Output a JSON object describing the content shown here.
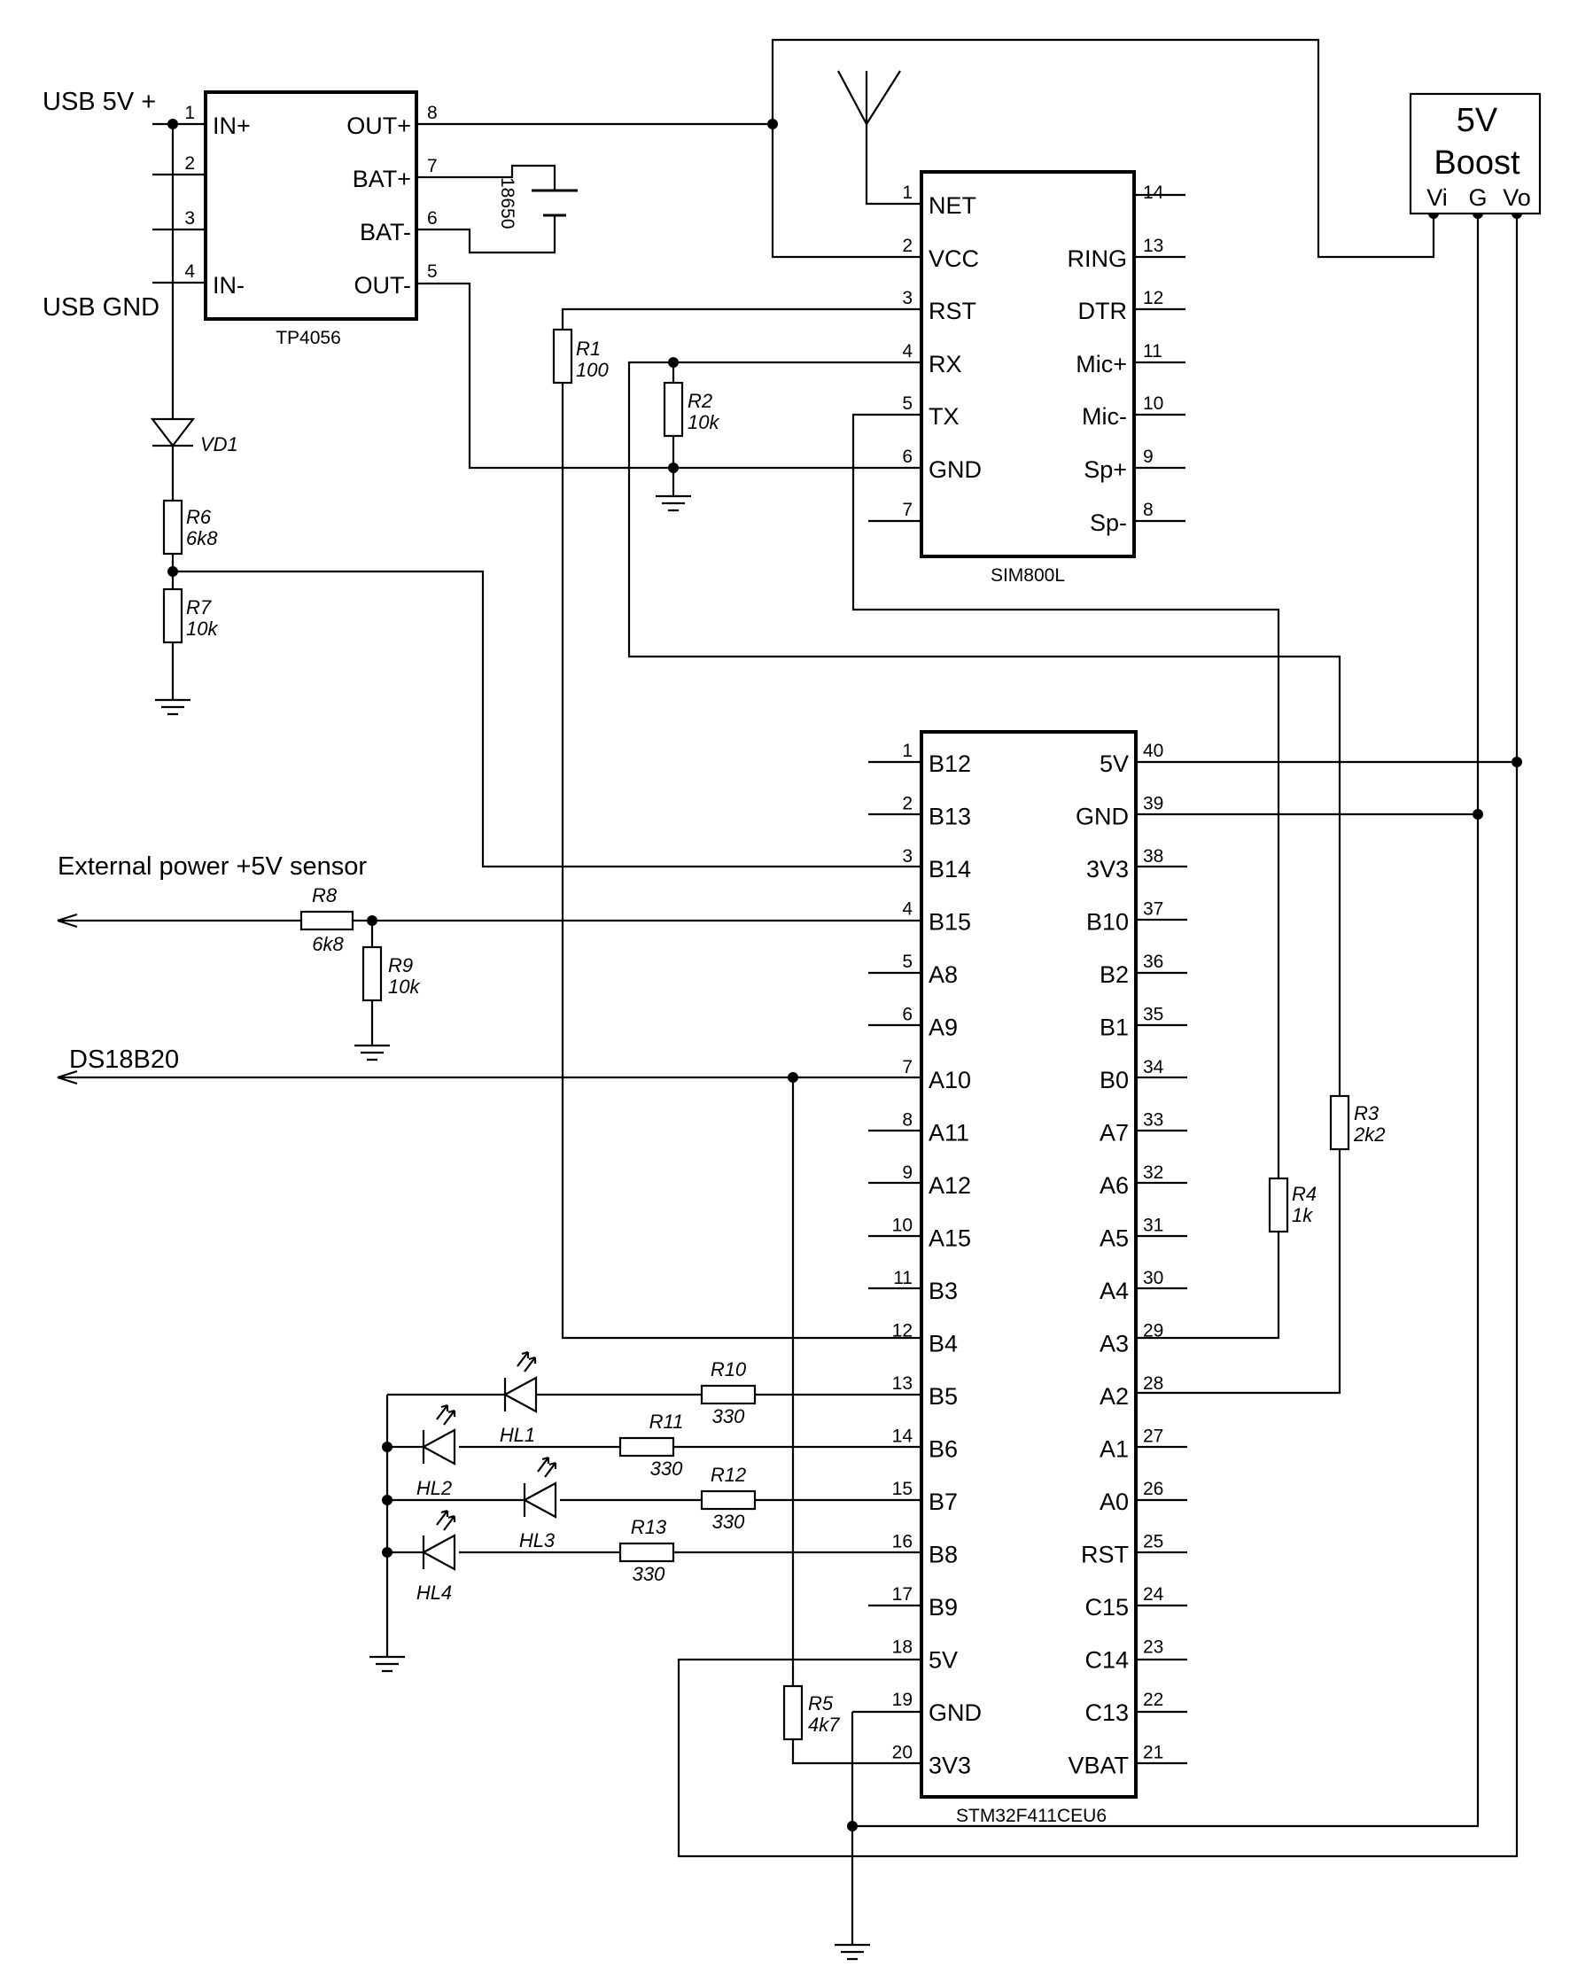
{
  "external_labels": {
    "usb_5v": "USB 5V +",
    "usb_gnd": "USB GND",
    "ext_power": "External power +5V sensor",
    "ds18b20": "DS18B20"
  },
  "tp4056": {
    "name": "TP4056",
    "left_pins": [
      {
        "num": "1",
        "label": "IN+"
      },
      {
        "num": "2",
        "label": ""
      },
      {
        "num": "3",
        "label": ""
      },
      {
        "num": "4",
        "label": "IN-"
      }
    ],
    "right_pins": [
      {
        "num": "8",
        "label": "OUT+"
      },
      {
        "num": "7",
        "label": "BAT+"
      },
      {
        "num": "6",
        "label": "BAT-"
      },
      {
        "num": "5",
        "label": "OUT-"
      }
    ]
  },
  "battery": {
    "label": "18650"
  },
  "sim800l": {
    "name": "SIM800L",
    "left_pins": [
      {
        "num": "1",
        "label": "NET"
      },
      {
        "num": "2",
        "label": "VCC"
      },
      {
        "num": "3",
        "label": "RST"
      },
      {
        "num": "4",
        "label": "RX"
      },
      {
        "num": "5",
        "label": "TX"
      },
      {
        "num": "6",
        "label": "GND"
      },
      {
        "num": "7",
        "label": ""
      }
    ],
    "right_pins": [
      {
        "num": "14",
        "label": ""
      },
      {
        "num": "13",
        "label": "RING"
      },
      {
        "num": "12",
        "label": "DTR"
      },
      {
        "num": "11",
        "label": "Mic+"
      },
      {
        "num": "10",
        "label": "Mic-"
      },
      {
        "num": "9",
        "label": "Sp+"
      },
      {
        "num": "8",
        "label": "Sp-"
      }
    ]
  },
  "boost": {
    "title1": "5V",
    "title2": "Boost",
    "pins": [
      "Vi",
      "G",
      "Vo"
    ]
  },
  "stm32": {
    "name": "STM32F411CEU6",
    "left_pins": [
      {
        "num": "1",
        "label": "B12"
      },
      {
        "num": "2",
        "label": "B13"
      },
      {
        "num": "3",
        "label": "B14"
      },
      {
        "num": "4",
        "label": "B15"
      },
      {
        "num": "5",
        "label": "A8"
      },
      {
        "num": "6",
        "label": "A9"
      },
      {
        "num": "7",
        "label": "A10"
      },
      {
        "num": "8",
        "label": "A11"
      },
      {
        "num": "9",
        "label": "A12"
      },
      {
        "num": "10",
        "label": "A15"
      },
      {
        "num": "11",
        "label": "B3"
      },
      {
        "num": "12",
        "label": "B4"
      },
      {
        "num": "13",
        "label": "B5"
      },
      {
        "num": "14",
        "label": "B6"
      },
      {
        "num": "15",
        "label": "B7"
      },
      {
        "num": "16",
        "label": "B8"
      },
      {
        "num": "17",
        "label": "B9"
      },
      {
        "num": "18",
        "label": "5V"
      },
      {
        "num": "19",
        "label": "GND"
      },
      {
        "num": "20",
        "label": "3V3"
      }
    ],
    "right_pins": [
      {
        "num": "40",
        "label": "5V"
      },
      {
        "num": "39",
        "label": "GND"
      },
      {
        "num": "38",
        "label": "3V3"
      },
      {
        "num": "37",
        "label": "B10"
      },
      {
        "num": "36",
        "label": "B2"
      },
      {
        "num": "35",
        "label": "B1"
      },
      {
        "num": "34",
        "label": "B0"
      },
      {
        "num": "33",
        "label": "A7"
      },
      {
        "num": "32",
        "label": "A6"
      },
      {
        "num": "31",
        "label": "A5"
      },
      {
        "num": "30",
        "label": "A4"
      },
      {
        "num": "29",
        "label": "A3"
      },
      {
        "num": "28",
        "label": "A2"
      },
      {
        "num": "27",
        "label": "A1"
      },
      {
        "num": "26",
        "label": "A0"
      },
      {
        "num": "25",
        "label": "RST"
      },
      {
        "num": "24",
        "label": "C15"
      },
      {
        "num": "23",
        "label": "C14"
      },
      {
        "num": "22",
        "label": "C13"
      },
      {
        "num": "21",
        "label": "VBAT"
      }
    ]
  },
  "components": {
    "R1": {
      "name": "R1",
      "value": "100"
    },
    "R2": {
      "name": "R2",
      "value": "10k"
    },
    "R3": {
      "name": "R3",
      "value": "2k2"
    },
    "R4": {
      "name": "R4",
      "value": "1k"
    },
    "R5": {
      "name": "R5",
      "value": "4k7"
    },
    "R6": {
      "name": "R6",
      "value": "6k8"
    },
    "R7": {
      "name": "R7",
      "value": "10k"
    },
    "R8": {
      "name": "R8",
      "value": "6k8"
    },
    "R9": {
      "name": "R9",
      "value": "10k"
    },
    "R10": {
      "name": "R10",
      "value": "330"
    },
    "R11": {
      "name": "R11",
      "value": "330"
    },
    "R12": {
      "name": "R12",
      "value": "330"
    },
    "R13": {
      "name": "R13",
      "value": "330"
    },
    "VD1": {
      "name": "VD1"
    },
    "HL1": {
      "name": "HL1"
    },
    "HL2": {
      "name": "HL2"
    },
    "HL3": {
      "name": "HL3"
    },
    "HL4": {
      "name": "HL4"
    }
  }
}
